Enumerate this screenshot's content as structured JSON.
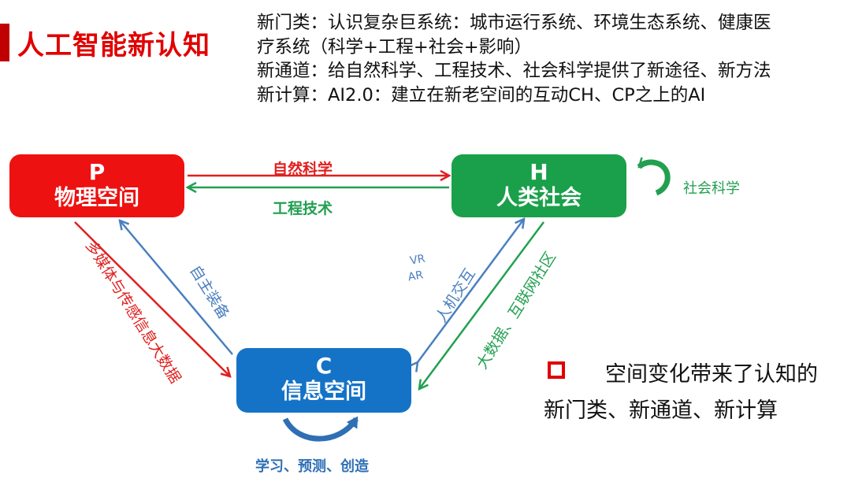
{
  "header": {
    "title": "人工智能新认知",
    "desc_lines": [
      "新门类：认识复杂巨系统：城市运行系统、环境生态系统、健康医",
      "疗系统（科学+工程+社会+影响）",
      "新通道：给自然科学、工程技术、社会科学提供了新途径、新方法",
      "新计算：AI2.0：建立在新老空间的互动CH、CP之上的AI"
    ]
  },
  "nodes": {
    "p": {
      "letter": "P",
      "name": "物理空间"
    },
    "h": {
      "letter": "H",
      "name": "人类社会"
    },
    "c": {
      "letter": "C",
      "name": "信息空间"
    }
  },
  "edges": {
    "p_to_h": "自然科学",
    "h_to_p": "工程技术",
    "h_self": "社会科学",
    "c_self": "学习、预测、创造",
    "p_to_c": "多媒体与传感信息大数据",
    "c_to_p": "自主装备",
    "c_to_h": "人机交互",
    "c_to_h_sub": [
      "VR",
      "AR"
    ],
    "h_to_c": "大数据、互联网社区"
  },
  "note": {
    "line1": "空间变化带来了认知的",
    "line2": "新门类、新通道、新计算"
  },
  "colors": {
    "red": "#ee1111",
    "green": "#1aa04a",
    "blue": "#1573c7",
    "title_red": "#e00000",
    "arrow_blue": "#4a7fc0"
  }
}
